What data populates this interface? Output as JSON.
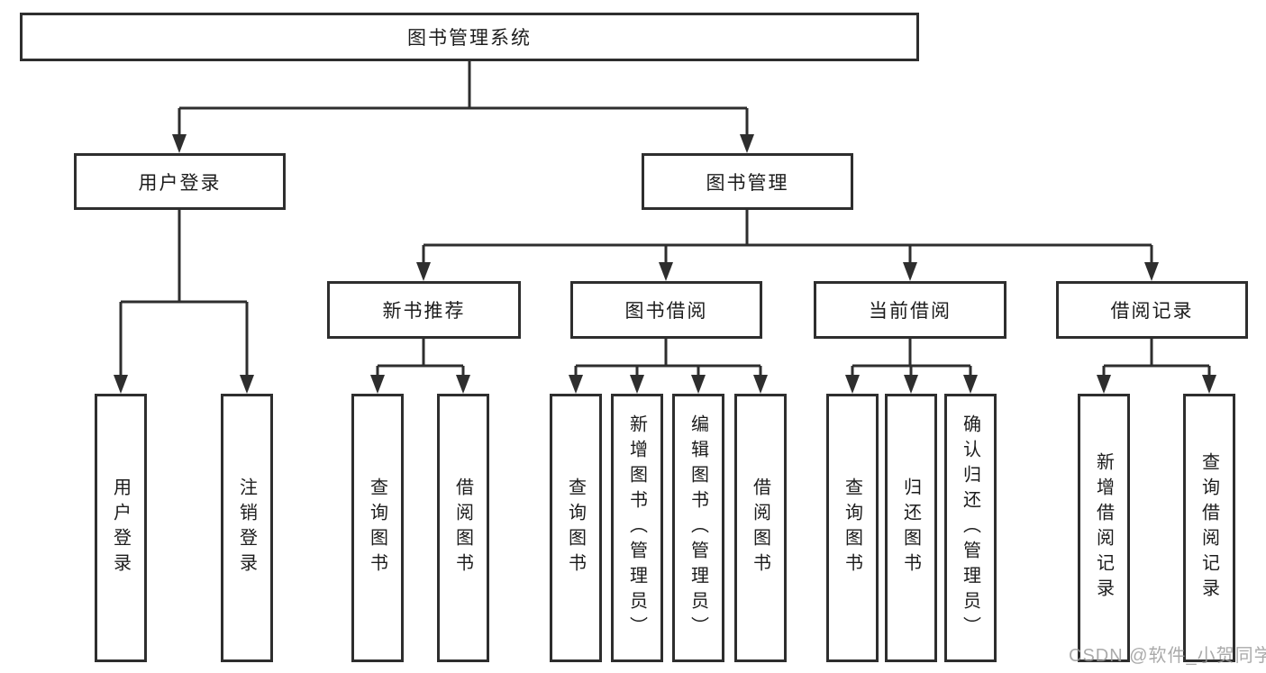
{
  "diagram": {
    "root": "图书管理系统",
    "level2": {
      "login": "用户登录",
      "manage": "图书管理"
    },
    "login_children": [
      "用户登录",
      "注销登录"
    ],
    "level3": {
      "recommend": "新书推荐",
      "borrow": "图书借阅",
      "current": "当前借阅",
      "record": "借阅记录"
    },
    "recommend_children": [
      "查询图书",
      "借阅图书"
    ],
    "borrow_children": [
      "查询图书",
      "新增图书（管理员）",
      "编辑图书（管理员）",
      "借阅图书"
    ],
    "current_children": [
      "查询图书",
      "归还图书",
      "确认归还（管理员）"
    ],
    "record_children": [
      "新增借阅记录",
      "查询借阅记录"
    ]
  },
  "watermark": {
    "text": "CSDN @软件_小贺同学"
  },
  "colors": {
    "line": "#2e2e2e",
    "box_border": "#2e2e2e",
    "box_fill": "#ffffff",
    "text": "#1c1c1c",
    "watermark": "#9c9c9c"
  }
}
